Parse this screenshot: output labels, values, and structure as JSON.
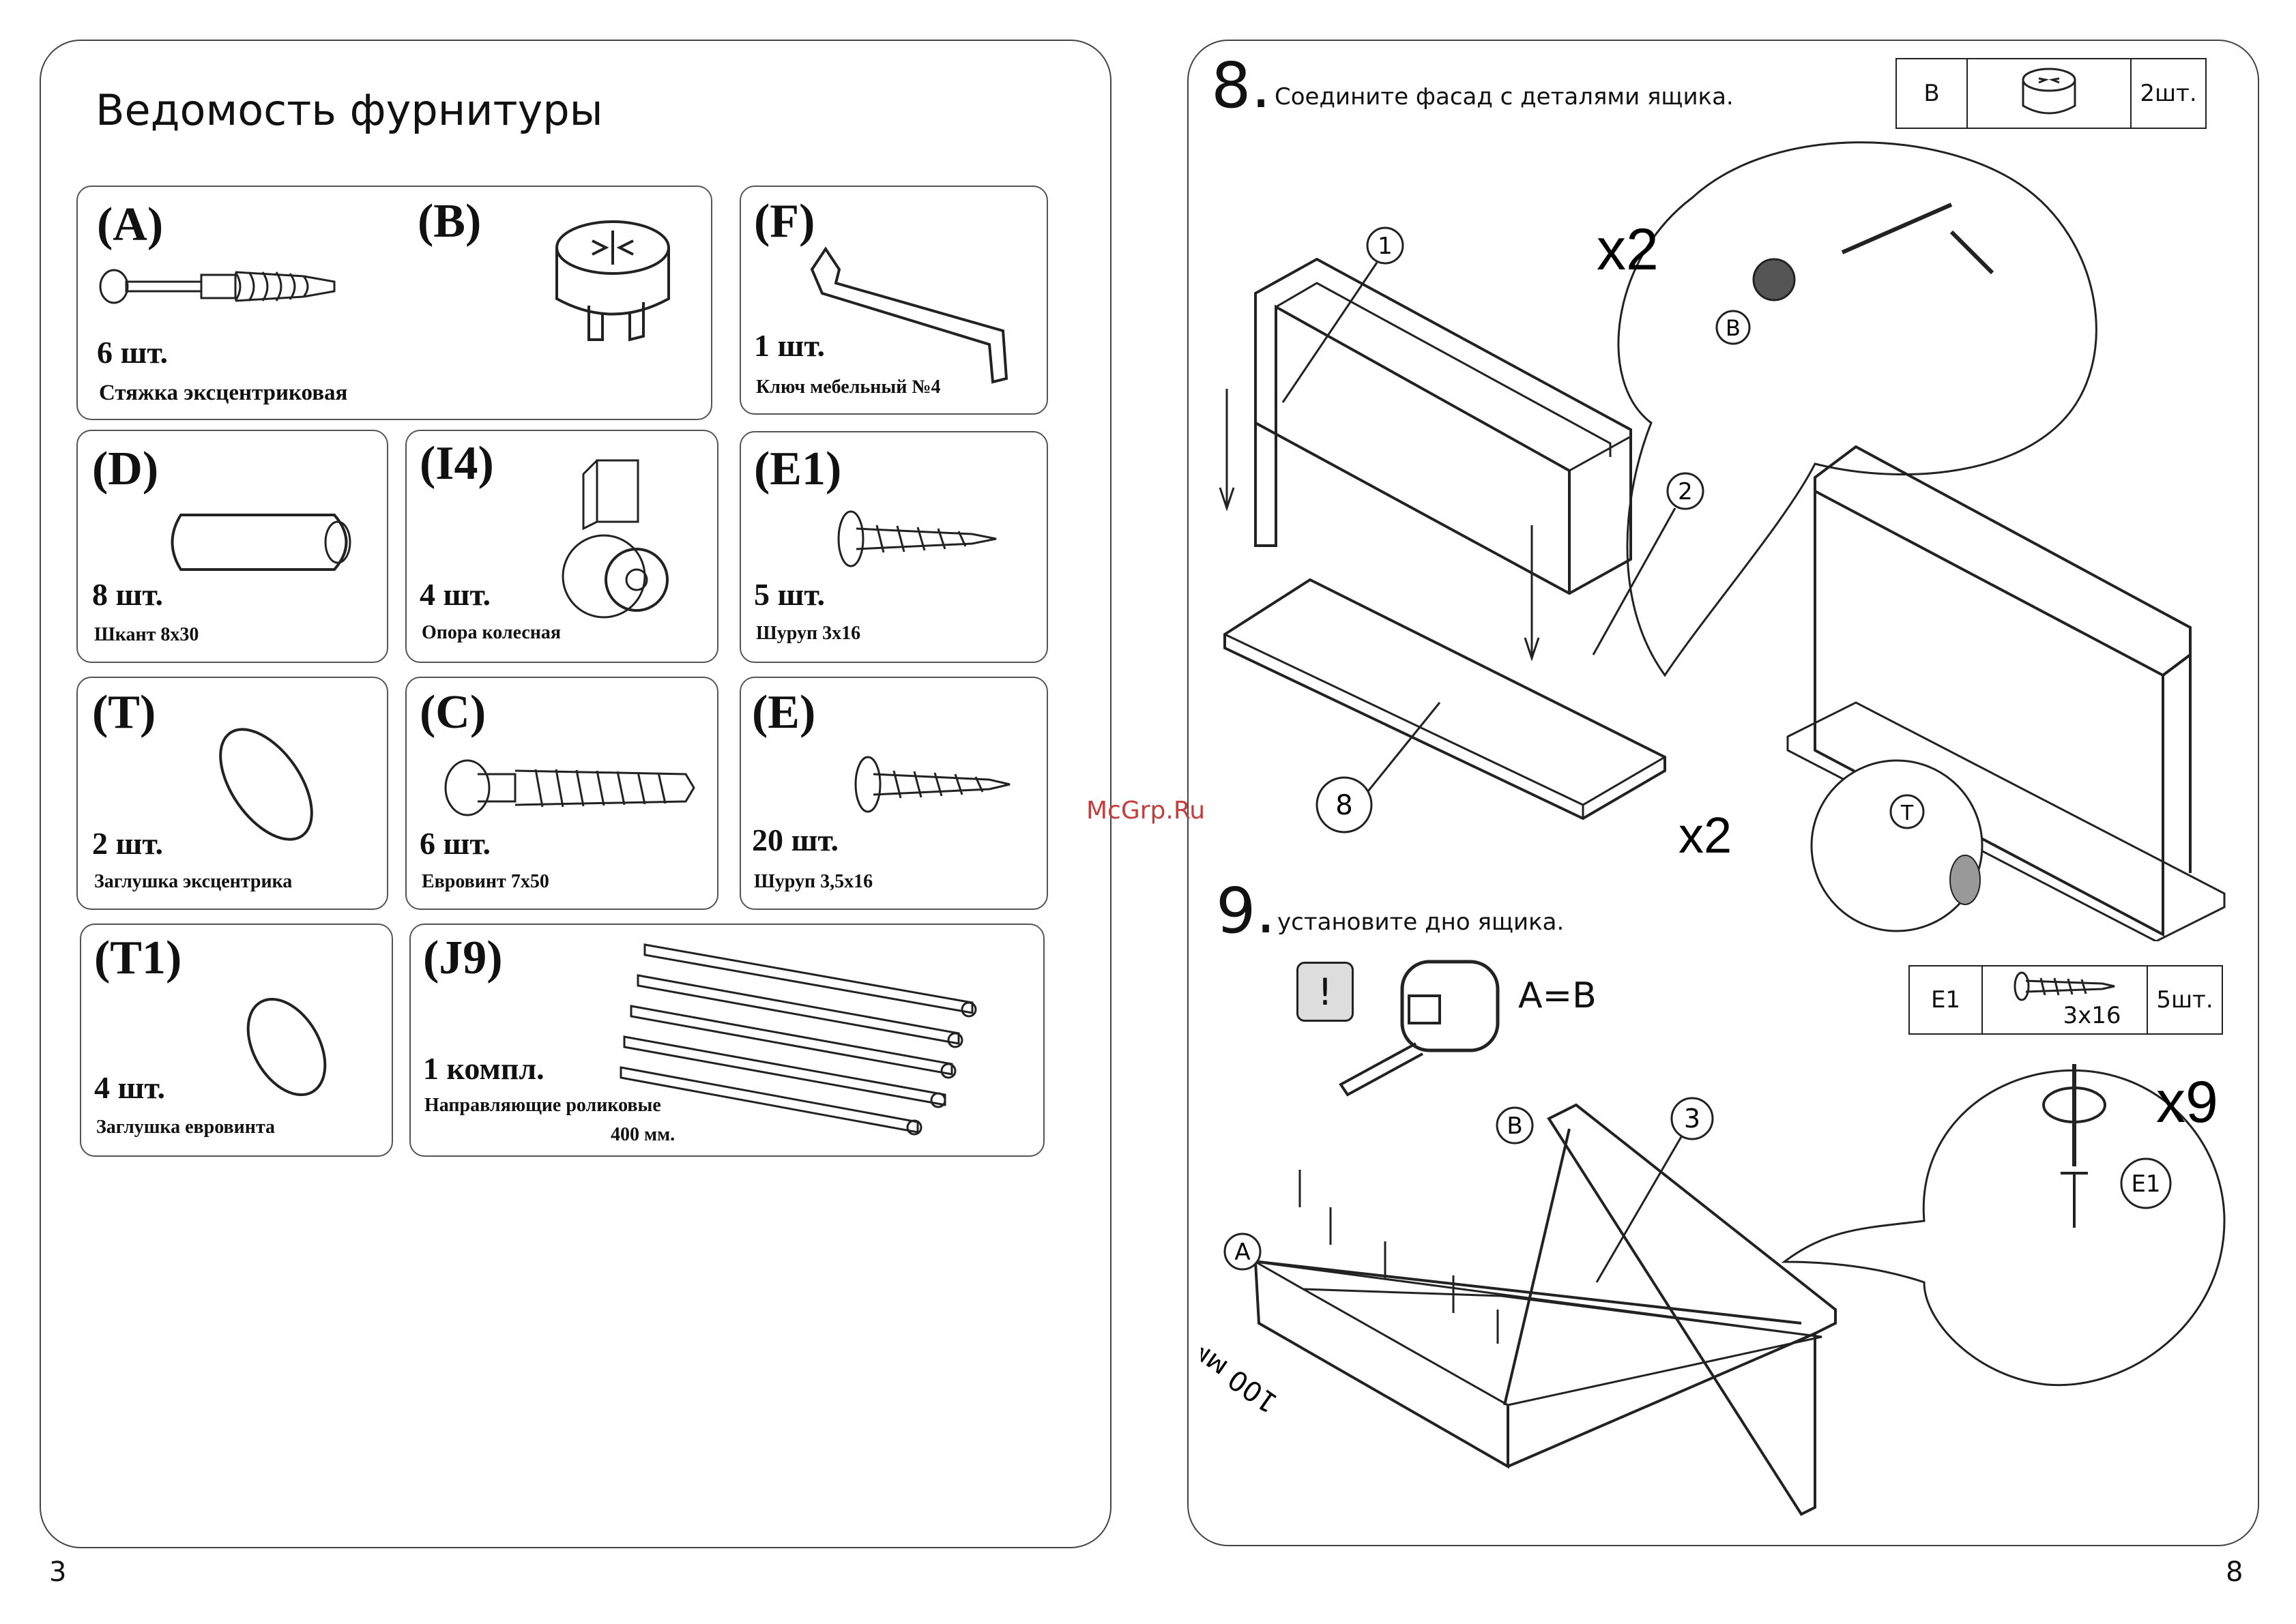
{
  "left_page": {
    "title": "Ведомость фурнитуры",
    "page_number": "3",
    "items": [
      {
        "code": "(A)",
        "qty": "6 шт.",
        "name": "Стяжка эксцентриковая"
      },
      {
        "code": "(B)",
        "qty": "",
        "name": ""
      },
      {
        "code": "(F)",
        "qty": "1 шт.",
        "name": "Ключ мебельный №4"
      },
      {
        "code": "(D)",
        "qty": "8 шт.",
        "name": "Шкант 8х30"
      },
      {
        "code": "(I4)",
        "qty": "4 шт.",
        "name": "Опора колесная"
      },
      {
        "code": "(E1)",
        "qty": "5 шт.",
        "name": "Шуруп 3х16"
      },
      {
        "code": "(T)",
        "qty": "2 шт.",
        "name": "Заглушка эксцентрика"
      },
      {
        "code": "(C)",
        "qty": "6 шт.",
        "name": "Евровинт 7х50"
      },
      {
        "code": "(E)",
        "qty": "20 шт.",
        "name": "Шуруп 3,5х16"
      },
      {
        "code": "(T1)",
        "qty": "4 шт.",
        "name": "Заглушка евровинта"
      },
      {
        "code": "(J9)",
        "qty": "1 компл.",
        "name": "Направляющие роликовые",
        "name2": "400 мм."
      }
    ]
  },
  "right_page": {
    "page_number": "8",
    "watermark": "McGrp.Ru",
    "step8": {
      "number": "8.",
      "text": "Соедините фасад с деталями ящика.",
      "parts": {
        "code": "B",
        "qty": "2шт."
      },
      "callouts": [
        "1",
        "2",
        "8"
      ],
      "multipliers": [
        "x2",
        "x2"
      ],
      "detail_labels": [
        "B",
        "T"
      ]
    },
    "step9": {
      "number": "9.",
      "text": "установите дно ящика.",
      "notice_icon": "!",
      "equation": "A=B",
      "parts": {
        "code": "E1",
        "size": "3x16",
        "qty": "5шт."
      },
      "callouts": [
        "3",
        "A",
        "B",
        "E1"
      ],
      "multiplier": "x9",
      "dimension": "100 мм"
    }
  }
}
